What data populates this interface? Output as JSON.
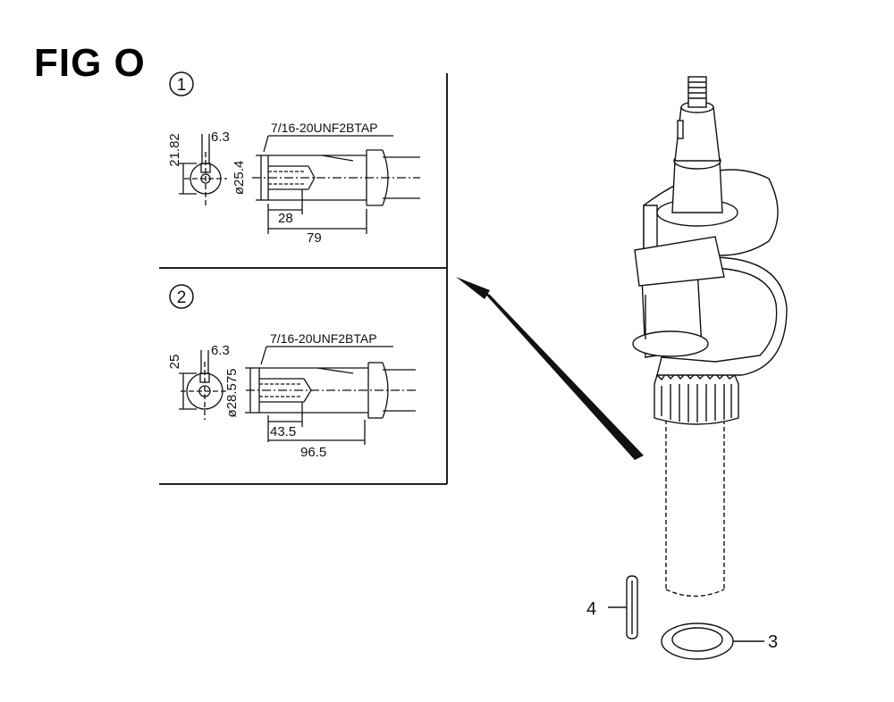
{
  "figure": {
    "title": "FIG O"
  },
  "detail_1": {
    "index": "1",
    "thread_label": "7/16-20UNF2BTAP",
    "keyway_height": "21.82",
    "keyway_width": "6.3",
    "shaft_diameter": "ø25.4",
    "tap_depth": "28",
    "shaft_length": "79"
  },
  "detail_2": {
    "index": "2",
    "thread_label": "7/16-20UNF2BTAP",
    "keyway_height": "25",
    "keyway_width": "6.3",
    "shaft_diameter": "ø28.575",
    "tap_depth": "43.5",
    "shaft_length": "96.5"
  },
  "parts": {
    "key_callout": "4",
    "seal_callout": "3"
  }
}
